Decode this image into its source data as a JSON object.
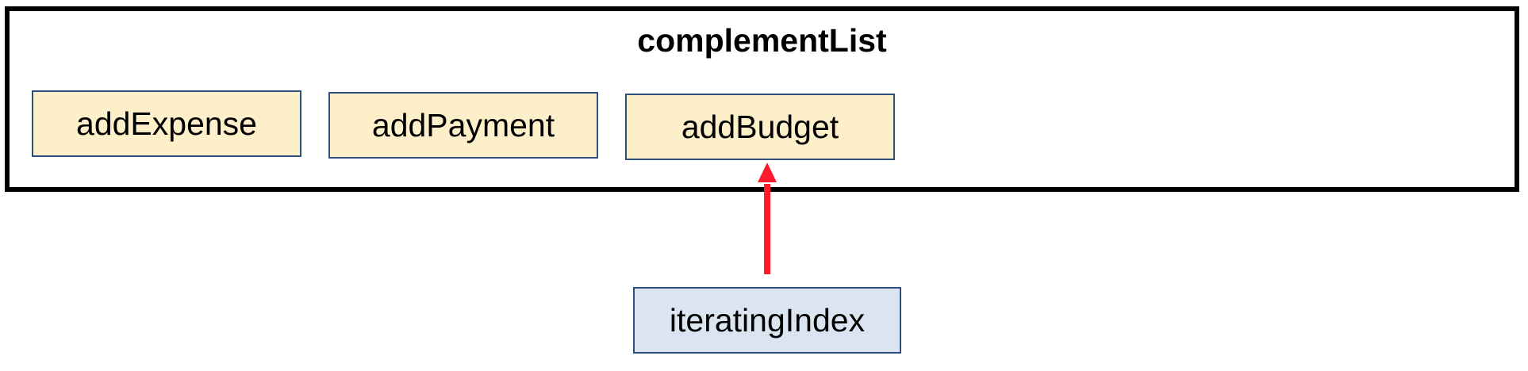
{
  "container": {
    "title": "complementList",
    "items": [
      {
        "label": "addExpense"
      },
      {
        "label": "addPayment"
      },
      {
        "label": "addBudget"
      }
    ]
  },
  "pointer": {
    "label": "iteratingIndex",
    "target": "addBudget"
  },
  "colors": {
    "container_border": "#000000",
    "item_fill": "#fdefc9",
    "item_border": "#2f4f7f",
    "pointer_fill": "#dbe5f2",
    "arrow": "#ff1a2e"
  }
}
